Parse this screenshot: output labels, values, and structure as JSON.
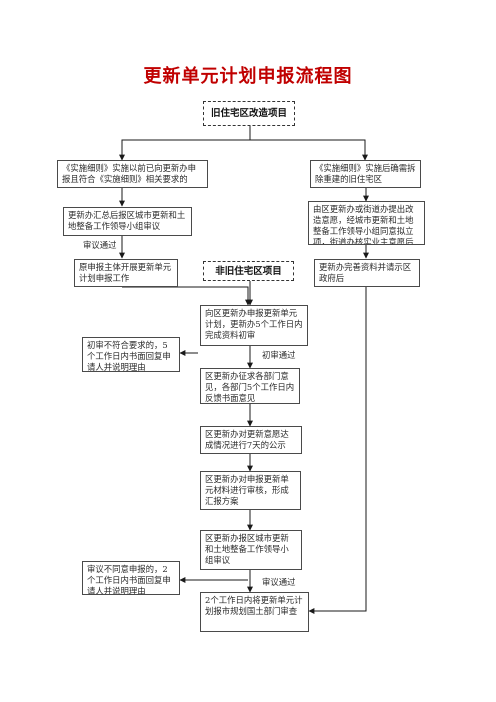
{
  "title": "更新单元计划申报流程图",
  "nodes": {
    "old_residential": "旧住宅区改造项目",
    "non_residential": "非旧住宅区项目",
    "before_rules": "《实施细则》实施以前已向更新办申报且符合《实施细则》相关要求的",
    "after_rules": "《实施细则》实施后确需拆除重建的旧住宅区",
    "summary_report": "更新办汇总后报区城市更新和土地整备工作领导小组审议",
    "street_office": "由区更新办或街道办提出改造意愿，经城市更新和土地整备工作领导小组同意拟立项，街道办核实业主意愿后",
    "original_applicant": "原申报主体开展更新单元计划申报工作",
    "complete_docs": "更新办完善资料并请示区政府后",
    "apply_district": "向区更新办申报更新单元计划，更新办5个工作日内完成资料初审",
    "reject_first": "初审不符合要求的，5个工作日内书面回复申请人并说明理由",
    "dept_opinions": "区更新办征求各部门意见，各部门5个工作日内反馈书面意见",
    "publicity": "区更新办对更新意愿达成情况进行7天的公示",
    "review": "区更新办对申报更新单元材料进行审核，形成汇报方案",
    "leader_review": "区更新办报区城市更新和土地整备工作领导小组审议",
    "reject_review": "审议不同意申报的，2个工作日内书面回复申请人并说明理由",
    "submit_bureau": "2个工作日内将更新单元计划报市规划国土部门审查"
  },
  "labels": {
    "review_pass_1": "审议通过",
    "first_pass": "初审通过",
    "review_pass_2": "审议通过"
  }
}
